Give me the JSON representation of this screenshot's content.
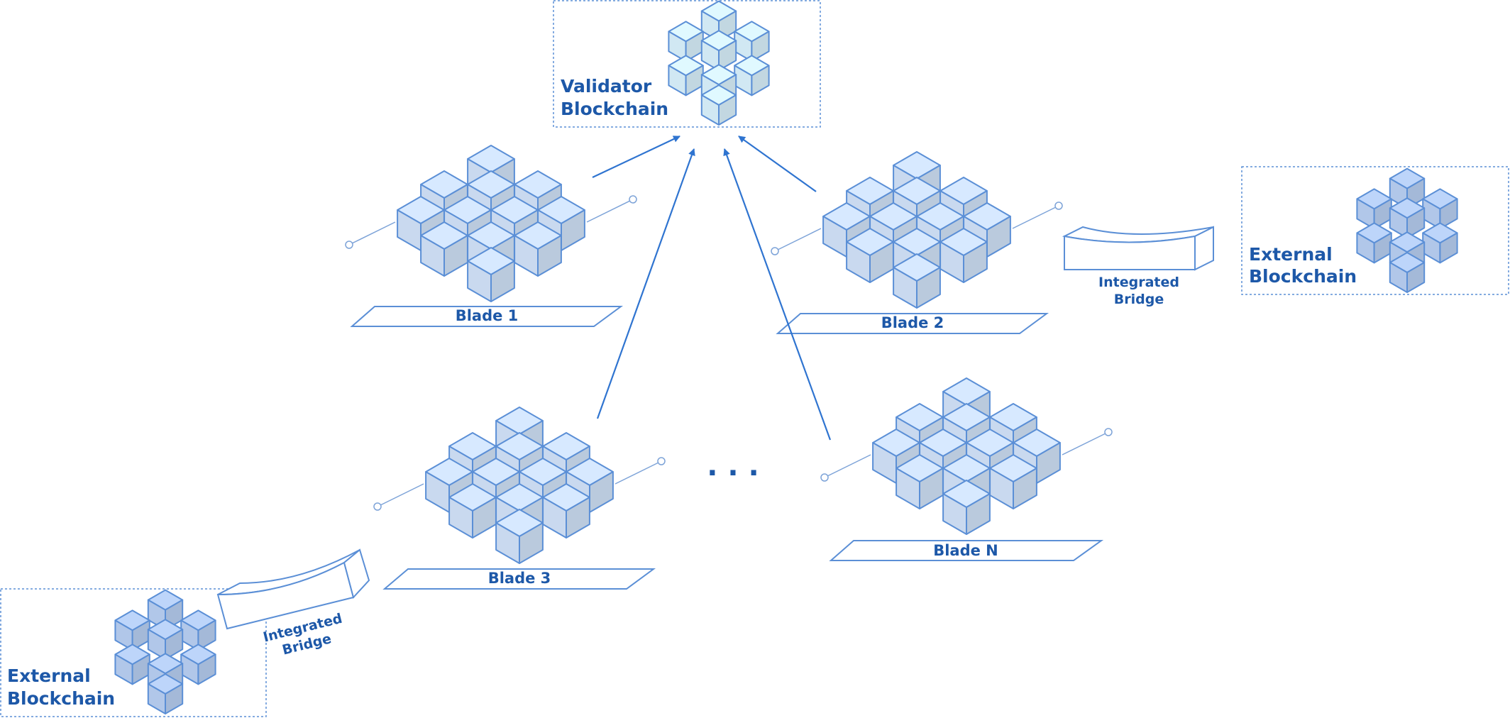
{
  "validator": {
    "label_line1": "Validator",
    "label_line2": "Blockchain"
  },
  "external_right": {
    "label_line1": "External",
    "label_line2": "Blockchain"
  },
  "external_left": {
    "label_line1": "External",
    "label_line2": "Blockchain"
  },
  "blades": [
    {
      "label": "Blade 1"
    },
    {
      "label": "Blade 2"
    },
    {
      "label": "Blade 3"
    },
    {
      "label": "Blade N"
    }
  ],
  "bridge_right": {
    "line1": "Integrated",
    "line2": "Bridge"
  },
  "bridge_left": {
    "line1": "Integrated",
    "line2": "Bridge"
  },
  "ellipsis": ". . .",
  "colors": {
    "accent": "#1d58a8",
    "arrow": "#2f74d0",
    "cube_light": "#d7effa",
    "cube_blade": "#cfe0f6",
    "cube_external": "#b6cdf0",
    "outline": "#5b8fd6"
  }
}
